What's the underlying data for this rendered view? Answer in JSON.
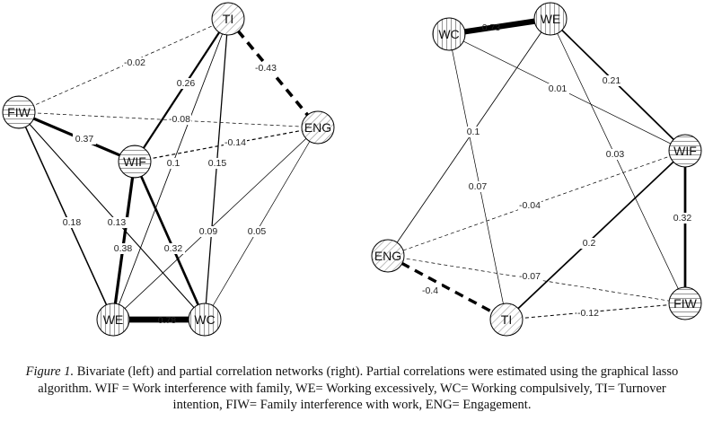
{
  "networks": [
    {
      "id": "bivariate",
      "nodes": [
        {
          "id": "TI",
          "label": "TI",
          "fill": "hatch-diag"
        },
        {
          "id": "FIW",
          "label": "FIW",
          "fill": "hatch-horiz"
        },
        {
          "id": "ENG",
          "label": "ENG",
          "fill": "hatch-diag"
        },
        {
          "id": "WIF",
          "label": "WIF",
          "fill": "hatch-horiz"
        },
        {
          "id": "WE",
          "label": "WE",
          "fill": "hatch-vert"
        },
        {
          "id": "WC",
          "label": "WC",
          "fill": "hatch-vert"
        }
      ],
      "edges": [
        {
          "source": "FIW",
          "target": "TI",
          "weight": "-0.02"
        },
        {
          "source": "TI",
          "target": "ENG",
          "weight": "-0.43"
        },
        {
          "source": "TI",
          "target": "WIF",
          "weight": "0.26"
        },
        {
          "source": "FIW",
          "target": "ENG",
          "weight": "-0.08"
        },
        {
          "source": "FIW",
          "target": "WIF",
          "weight": "0.37"
        },
        {
          "source": "WIF",
          "target": "ENG",
          "weight": "-0.14"
        },
        {
          "source": "TI",
          "target": "WE",
          "weight": "0.1"
        },
        {
          "source": "TI",
          "target": "WC",
          "weight": "0.15"
        },
        {
          "source": "FIW",
          "target": "WE",
          "weight": "0.18"
        },
        {
          "source": "FIW",
          "target": "WC",
          "weight": "0.13"
        },
        {
          "source": "WIF",
          "target": "WE",
          "weight": "0.38"
        },
        {
          "source": "WIF",
          "target": "WC",
          "weight": "0.32"
        },
        {
          "source": "ENG",
          "target": "WE",
          "weight": "0.09"
        },
        {
          "source": "ENG",
          "target": "WC",
          "weight": "0.05"
        },
        {
          "source": "WE",
          "target": "WC",
          "weight": "0.78"
        }
      ]
    },
    {
      "id": "partial",
      "nodes": [
        {
          "id": "WC",
          "label": "WC",
          "fill": "hatch-vert"
        },
        {
          "id": "WE",
          "label": "WE",
          "fill": "hatch-vert"
        },
        {
          "id": "WIF",
          "label": "WIF",
          "fill": "hatch-horiz"
        },
        {
          "id": "ENG",
          "label": "ENG",
          "fill": "hatch-diag"
        },
        {
          "id": "FIW",
          "label": "FIW",
          "fill": "hatch-horiz"
        },
        {
          "id": "TI",
          "label": "TI",
          "fill": "hatch-diag"
        }
      ],
      "edges": [
        {
          "source": "WC",
          "target": "WE",
          "weight": "0.73"
        },
        {
          "source": "WE",
          "target": "WIF",
          "weight": "0.21"
        },
        {
          "source": "WC",
          "target": "WIF",
          "weight": "0.01"
        },
        {
          "source": "WE",
          "target": "ENG",
          "weight": "0.1"
        },
        {
          "source": "WE",
          "target": "FIW",
          "weight": "0.03"
        },
        {
          "source": "WC",
          "target": "TI",
          "weight": "0.07"
        },
        {
          "source": "WIF",
          "target": "ENG",
          "weight": "-0.04"
        },
        {
          "source": "WIF",
          "target": "FIW",
          "weight": "0.32"
        },
        {
          "source": "WIF",
          "target": "TI",
          "weight": "0.2"
        },
        {
          "source": "ENG",
          "target": "FIW",
          "weight": "-0.07"
        },
        {
          "source": "ENG",
          "target": "TI",
          "weight": "-0.4"
        },
        {
          "source": "TI",
          "target": "FIW",
          "weight": "-0.12"
        }
      ]
    }
  ],
  "caption": {
    "figure_label": "Figure 1.",
    "text": "Bivariate (left) and partial correlation networks (right). Partial correlations were estimated using the graphical lasso algorithm. WIF = Work interference with family, WE= Working excessively, WC= Working compulsively, TI= Turnover intention, FIW= Family interference with work, ENG= Engagement."
  }
}
